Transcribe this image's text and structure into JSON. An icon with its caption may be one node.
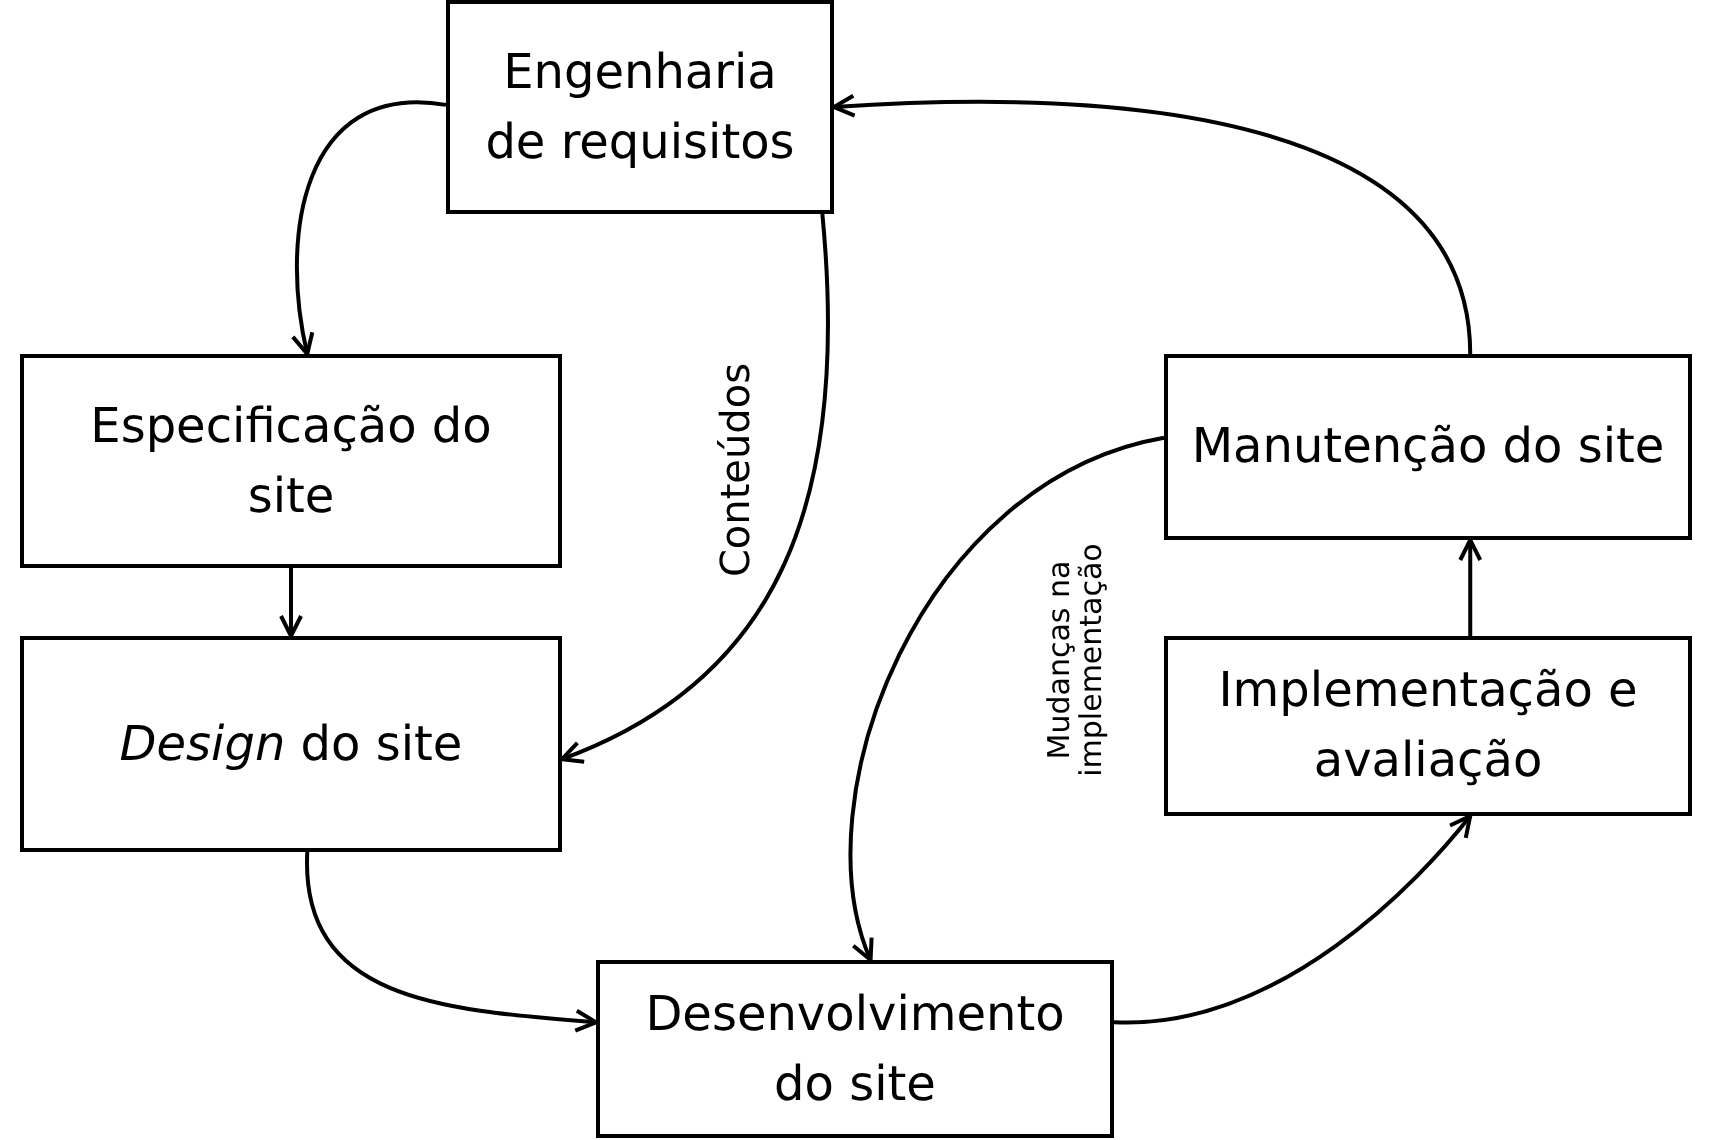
{
  "diagram": {
    "nodes": [
      {
        "text": [
          "Engenharia de requisitos"
        ]
      },
      {
        "text": [
          "Especificação do site"
        ]
      },
      {
        "text": [
          "*Design* do site"
        ]
      },
      {
        "text": [
          "Desenvolvimento do site"
        ]
      },
      {
        "text": [
          "Manutenção do site"
        ]
      },
      {
        "text": [
          "Implementação e avaliação"
        ]
      }
    ],
    "edges": [
      {
        "from": 0,
        "to": 1,
        "arrow": "to"
      },
      {
        "from": 1,
        "to": 2,
        "arrow": "to"
      },
      {
        "from": 0,
        "to": 2,
        "arrow": "to",
        "label": "Conteúdos"
      },
      {
        "from": 2,
        "to": 3,
        "arrow": "to"
      },
      {
        "from": 3,
        "to": 5,
        "arrow": "to"
      },
      {
        "from": 5,
        "to": 4,
        "arrow": "to"
      },
      {
        "from": 4,
        "to": 0,
        "arrow": "to"
      },
      {
        "from": 4,
        "to": 3,
        "arrow": "to",
        "label": "Mudanças na implementação"
      }
    ]
  }
}
